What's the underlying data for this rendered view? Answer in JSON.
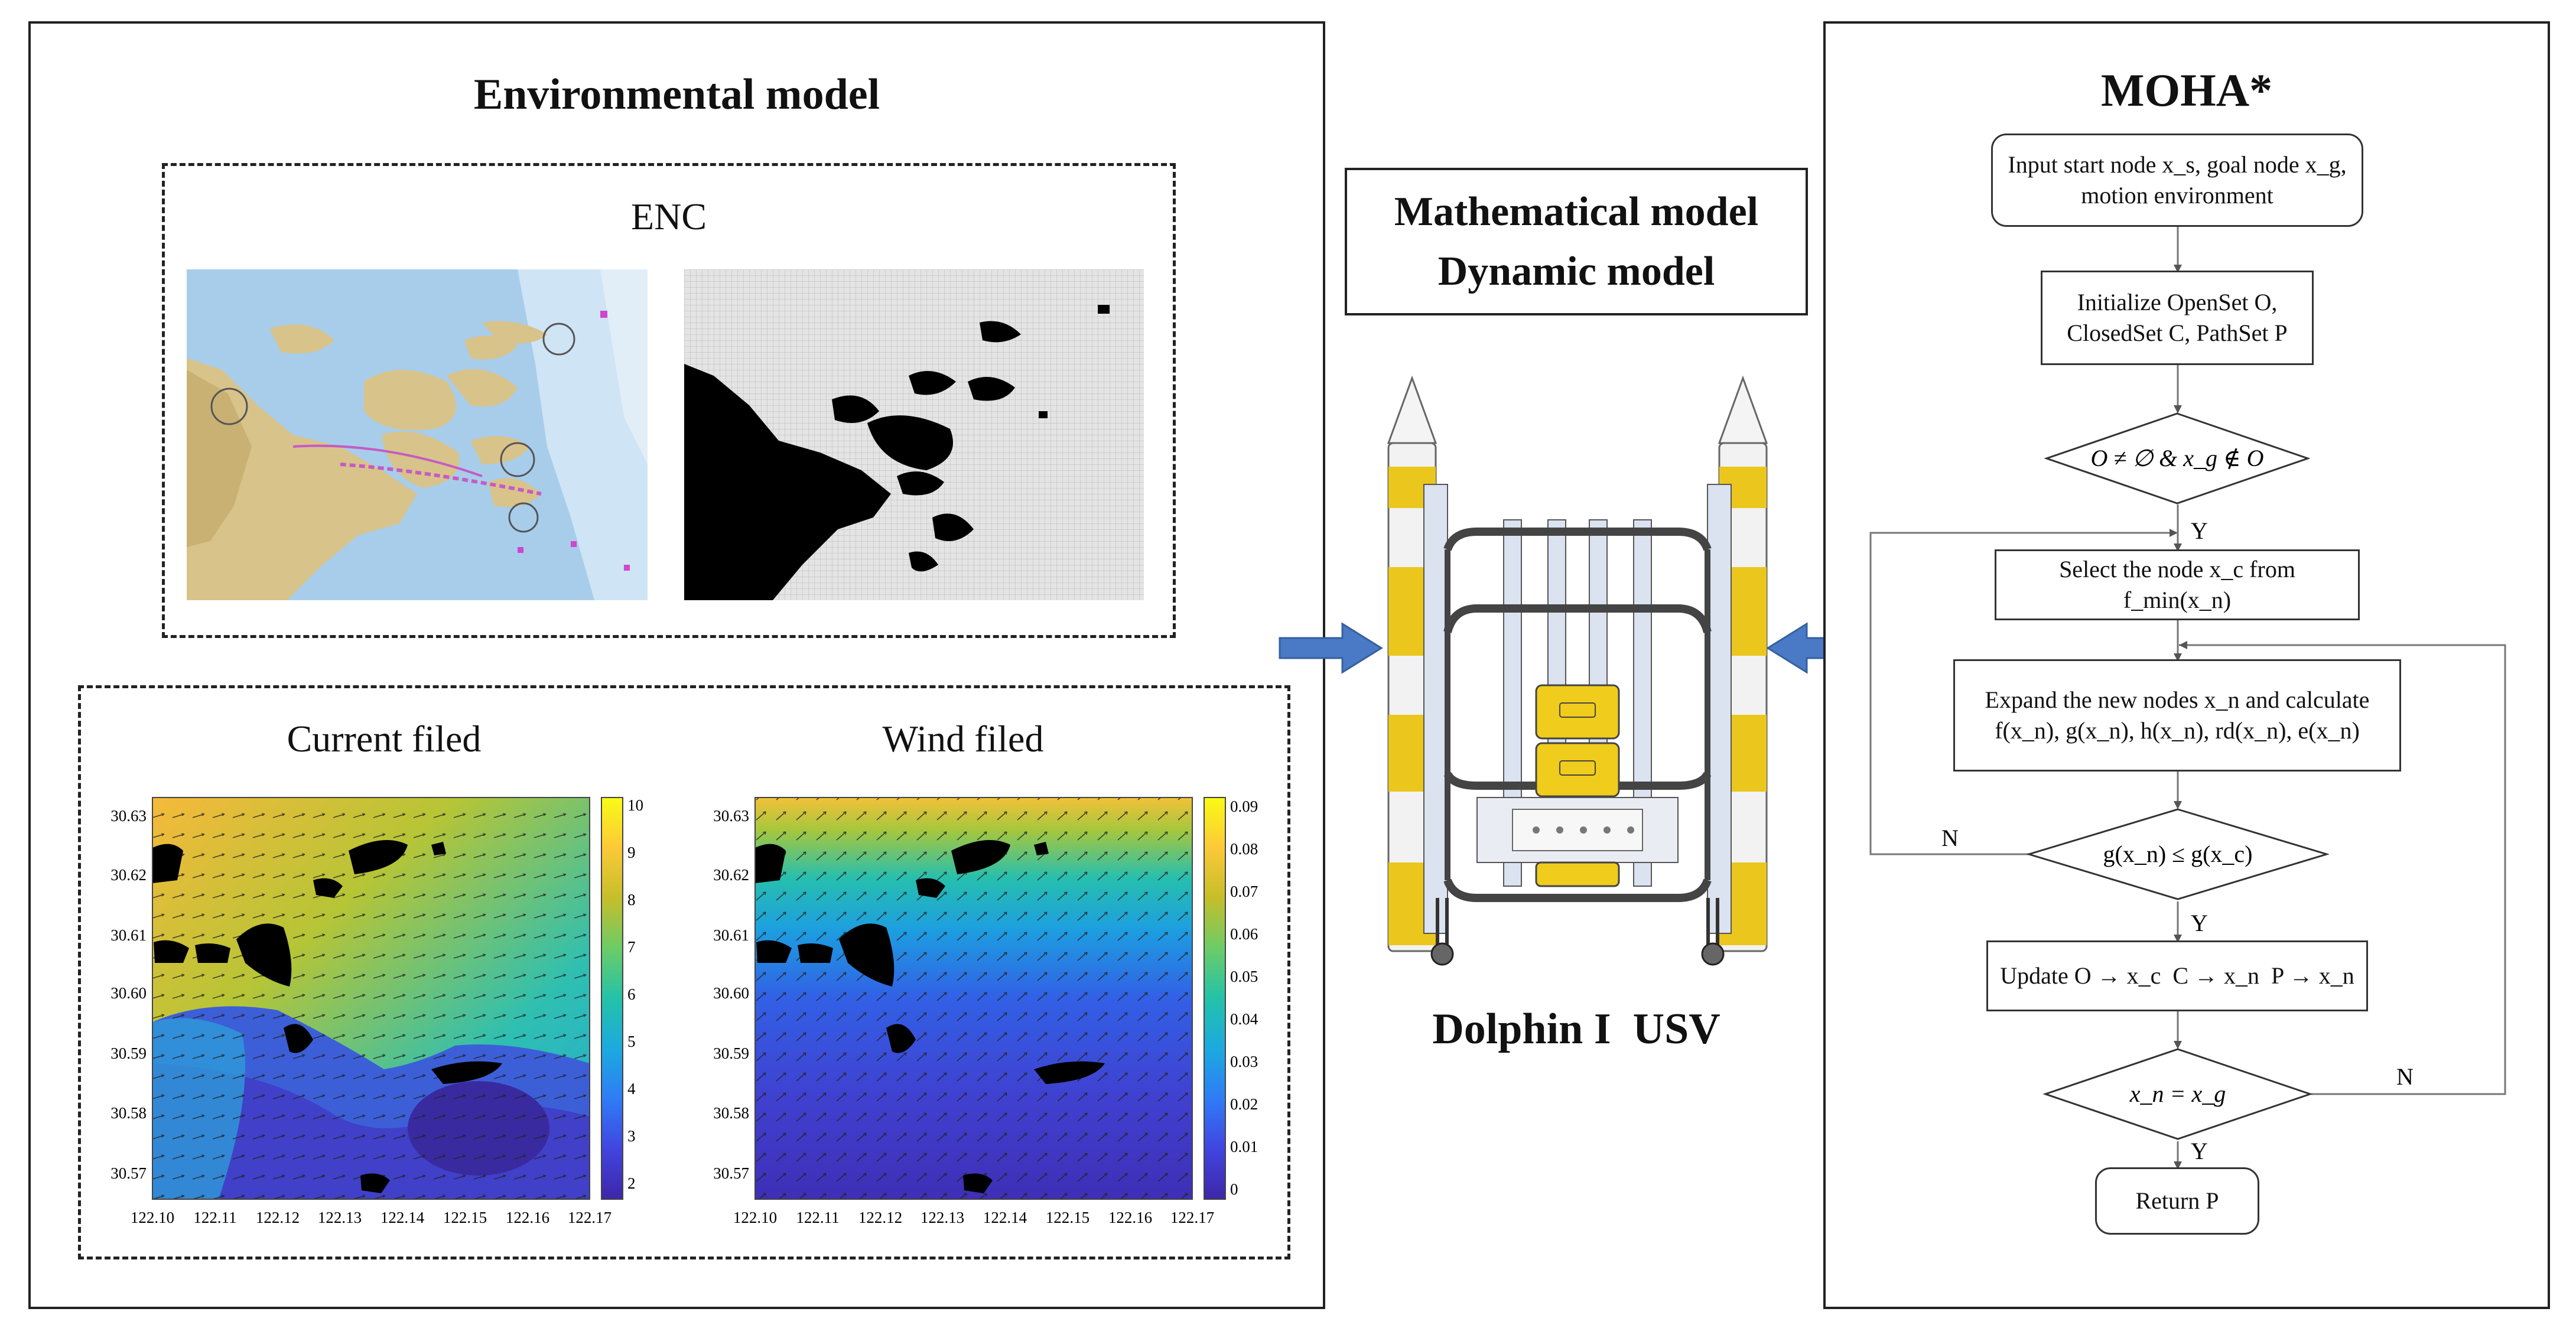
{
  "env": {
    "title": "Environmental model",
    "enc_label": "ENC",
    "current_title": "Current filed",
    "wind_title": "Wind filed"
  },
  "middle": {
    "model_line1": "Mathematical model",
    "model_line2": "Dynamic model",
    "vessel_label": "Dolphin I  USV"
  },
  "flow": {
    "title": "MOHA*",
    "start_text": "Input start node x_s, goal node x_g, motion environment",
    "init_text": "Initialize OpenSet O, ClosedSet C, PathSet P",
    "cond1_text": "O ≠ ∅  &  x_g ∉ O",
    "select_text": "Select the node x_c from f_min(x_n)",
    "expand_text": "Expand the new nodes x_n and calculate f(x_n), g(x_n), h(x_n), rd(x_n), e(x_n)",
    "cond2_text": "g(x_n) ≤ g(x_c)",
    "update_text": "Update O → x_c  C → x_n  P → x_n",
    "cond3_text": "x_n = x_g",
    "return_text": "Return P",
    "yes_label": "Y",
    "no_label": "N"
  },
  "chart_data": [
    {
      "type": "heatmap",
      "title": "Current filed",
      "x_ticks": [
        "122.10",
        "122.11",
        "122.12",
        "122.13",
        "122.14",
        "122.15",
        "122.16",
        "122.17"
      ],
      "y_ticks": [
        "30.63",
        "30.62",
        "30.61",
        "30.60",
        "30.59",
        "30.58",
        "30.57"
      ],
      "xlim": [
        122.1,
        122.17
      ],
      "ylim": [
        30.565,
        30.635
      ],
      "colorbar_ticks": [
        "10",
        "9",
        "8",
        "7",
        "6",
        "5",
        "4",
        "3",
        "2"
      ],
      "colorbar_range": [
        1.7,
        10.2
      ],
      "colormap": [
        "#3e26a8",
        "#4145e0",
        "#2f7cf6",
        "#1caadf",
        "#24c2a9",
        "#6ccc67",
        "#c6be2a",
        "#fcc938",
        "#f9fb15"
      ]
    },
    {
      "type": "heatmap",
      "title": "Wind filed",
      "x_ticks": [
        "122.10",
        "122.11",
        "122.12",
        "122.13",
        "122.14",
        "122.15",
        "122.16",
        "122.17"
      ],
      "y_ticks": [
        "30.63",
        "30.62",
        "30.61",
        "30.60",
        "30.59",
        "30.58",
        "30.57"
      ],
      "xlim": [
        122.1,
        122.17
      ],
      "ylim": [
        30.565,
        30.635
      ],
      "colorbar_ticks": [
        "0.09",
        "0.08",
        "0.07",
        "0.06",
        "0.05",
        "0.04",
        "0.03",
        "0.02",
        "0.01",
        "0"
      ],
      "colorbar_range": [
        0,
        0.095
      ],
      "colormap": [
        "#3e26a8",
        "#4145e0",
        "#2f7cf6",
        "#1caadf",
        "#24c2a9",
        "#6ccc67",
        "#c6be2a",
        "#fcc938",
        "#f9fb15"
      ]
    }
  ]
}
